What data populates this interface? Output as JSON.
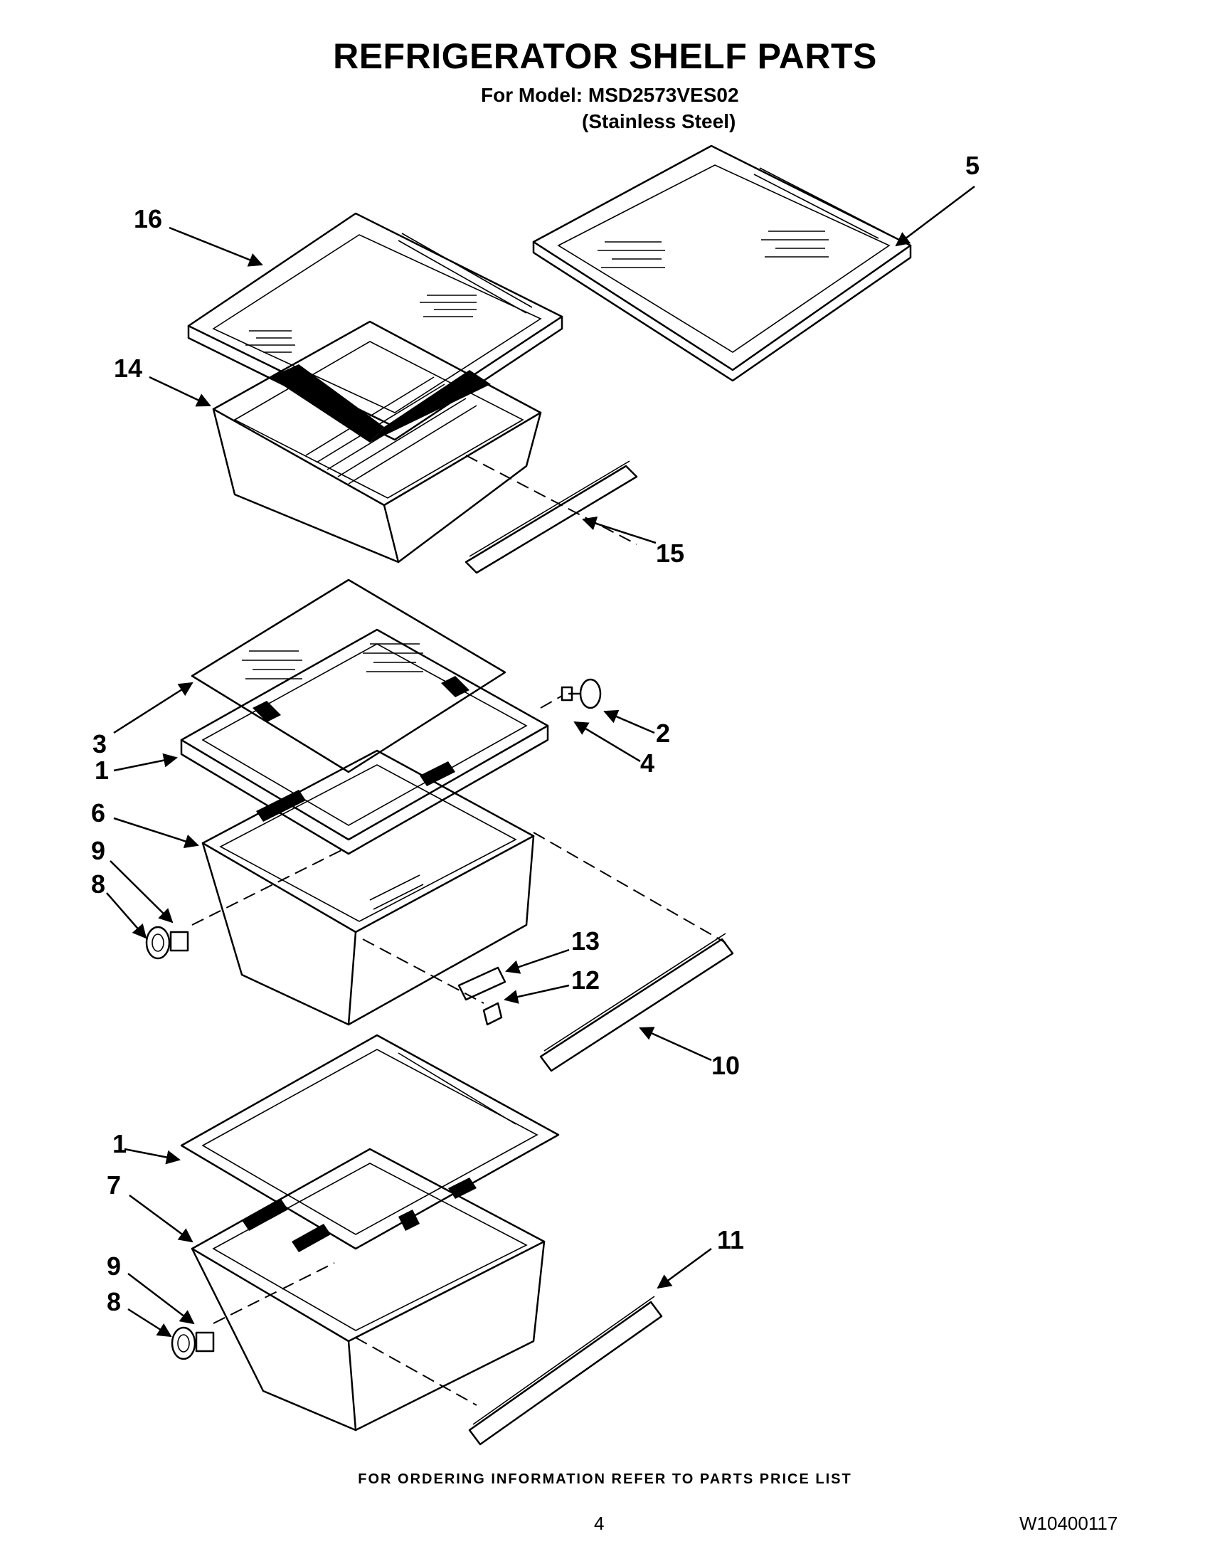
{
  "header": {
    "title": "REFRIGERATOR SHELF PARTS",
    "model_line": "For Model: MSD2573VES02",
    "finish_line": "(Stainless Steel)"
  },
  "callouts": {
    "c16": "16",
    "c5": "5",
    "c14": "14",
    "c15": "15",
    "c3": "3",
    "c2": "2",
    "c1a": "1",
    "c4": "4",
    "c6": "6",
    "c9a": "9",
    "c8a": "8",
    "c13": "13",
    "c12": "12",
    "c10": "10",
    "c1b": "1",
    "c7": "7",
    "c11": "11",
    "c9b": "9",
    "c8b": "8"
  },
  "footer": {
    "ordering_note": "FOR ORDERING INFORMATION REFER TO PARTS PRICE LIST",
    "page_number": "4",
    "document_number": "W10400117"
  }
}
